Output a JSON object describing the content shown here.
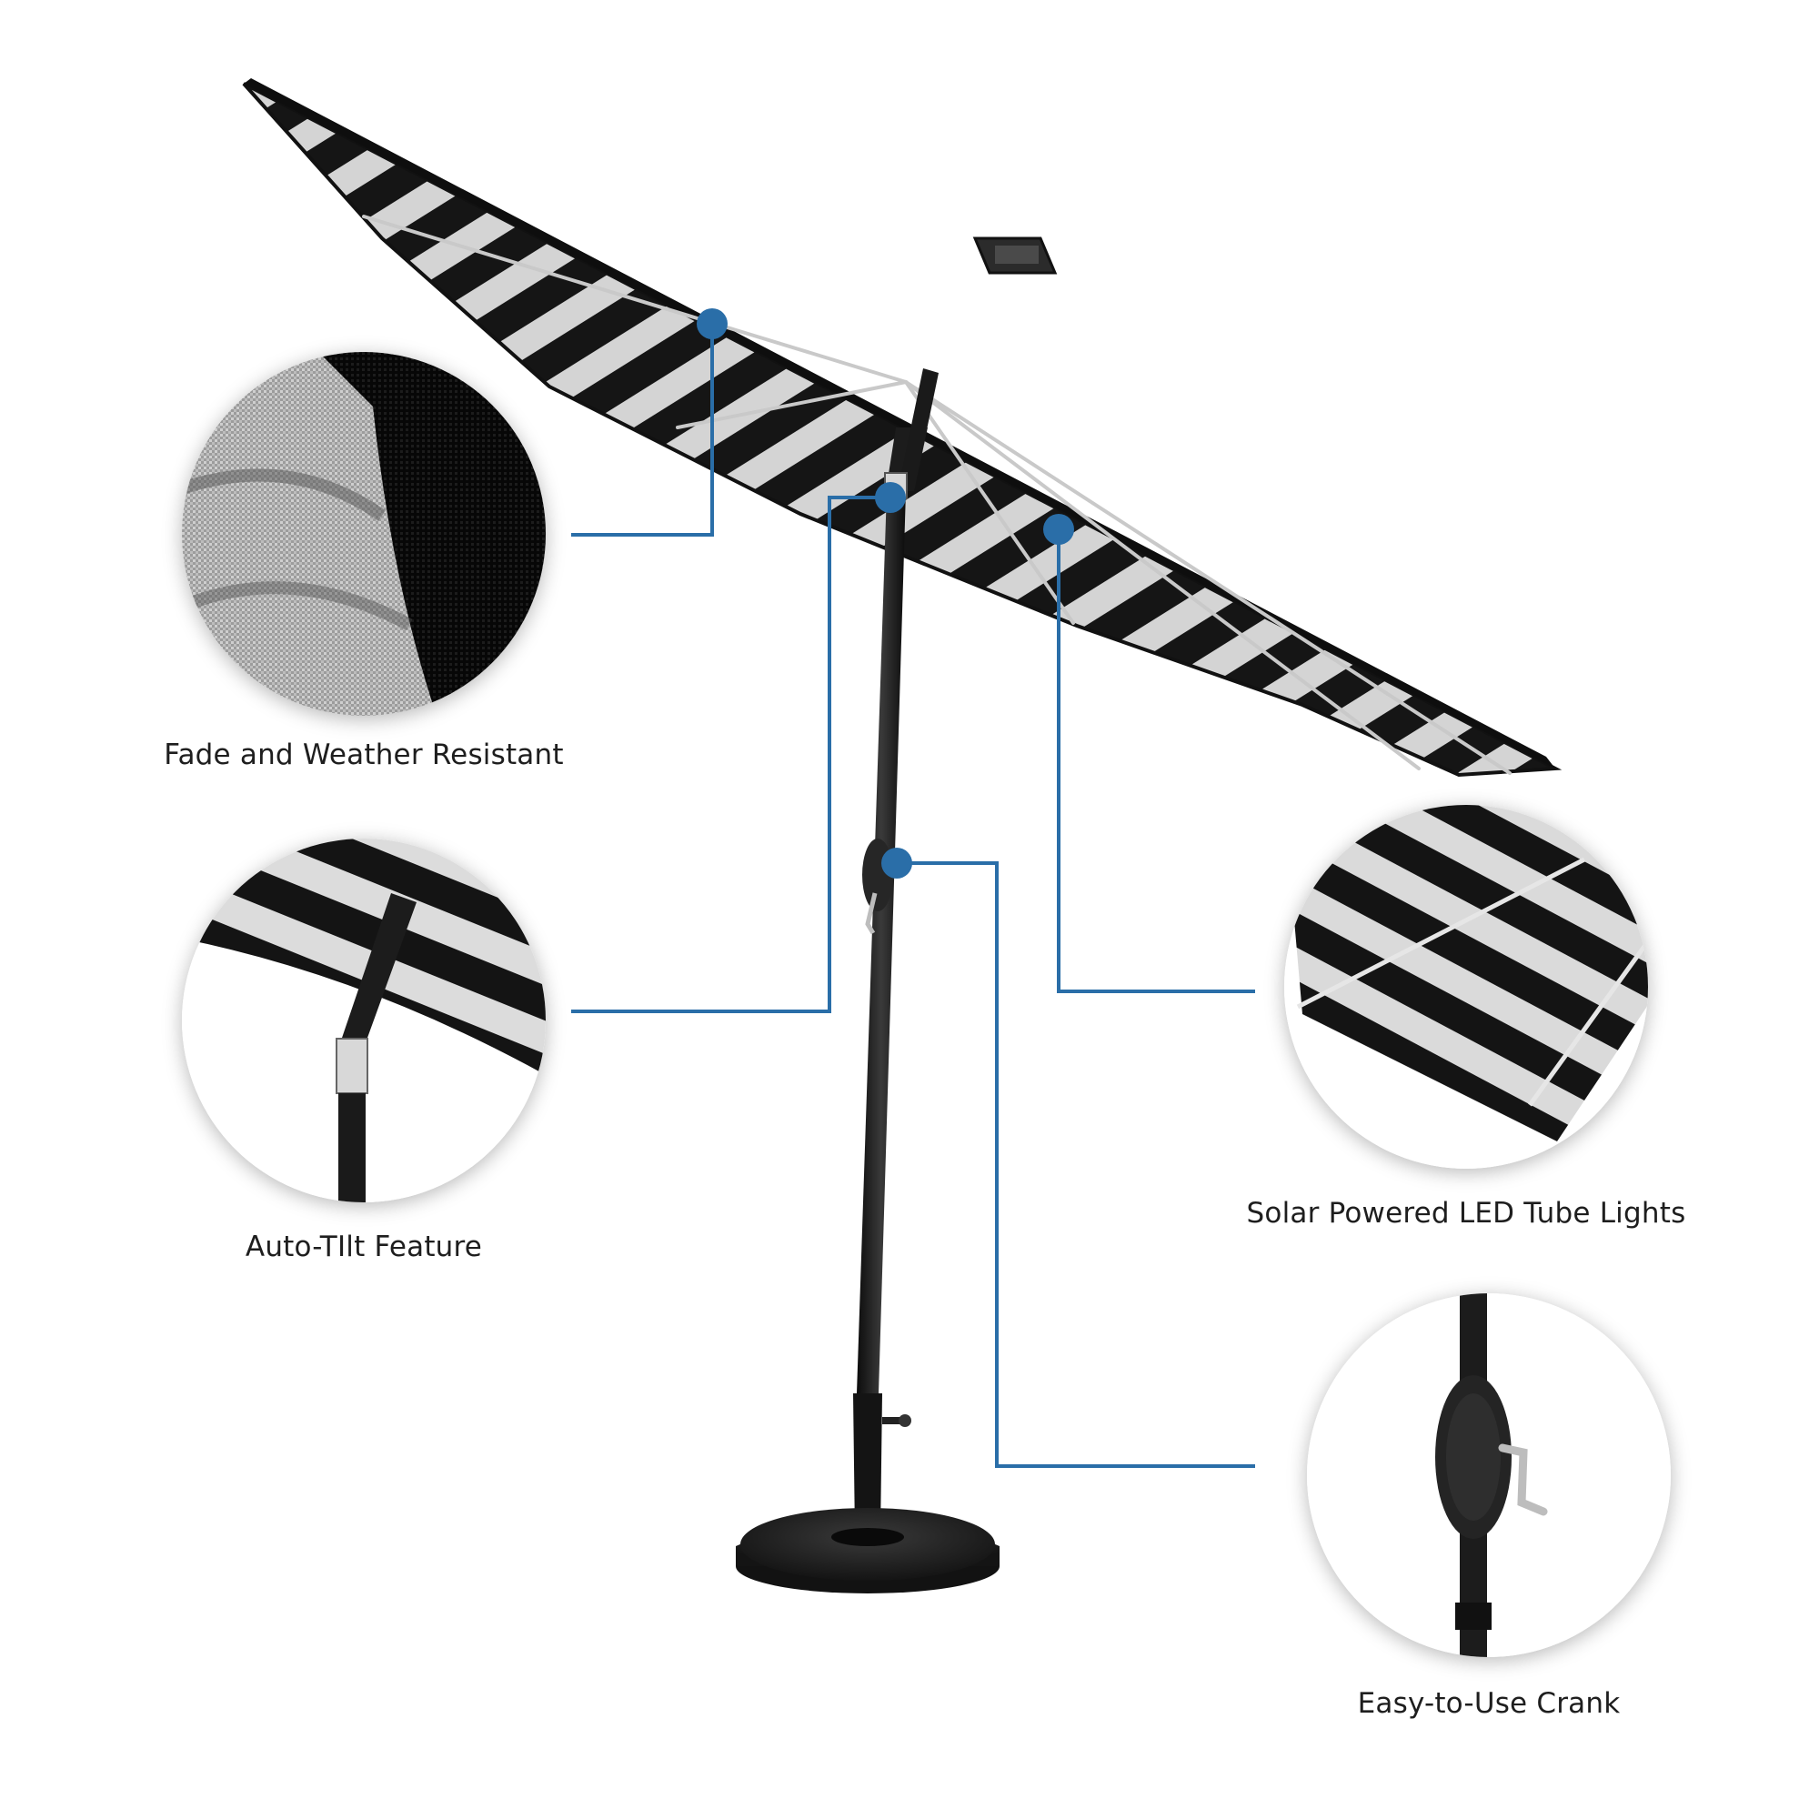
{
  "features": [
    {
      "id": "fade",
      "label": "Fade and Weather Resistant",
      "icon": "fabric-weave-detail"
    },
    {
      "id": "tilt",
      "label": "Auto-TIlt Feature",
      "icon": "auto-tilt-collar-detail"
    },
    {
      "id": "solar",
      "label": "Solar Powered LED Tube Lights",
      "icon": "led-tube-rib-detail"
    },
    {
      "id": "crank",
      "label": "Easy-to-Use Crank",
      "icon": "crank-handle-detail"
    }
  ],
  "colors": {
    "callout": "#2a6ea8",
    "stripe_dark": "#151515",
    "stripe_light": "#d4d4d4",
    "pole": "#1c1c1c",
    "caption_text": "#1e1e1e"
  }
}
